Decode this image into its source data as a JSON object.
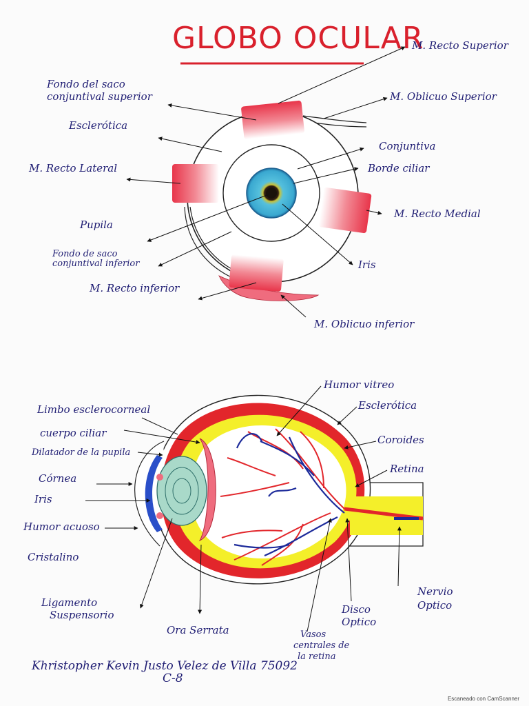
{
  "title": "GLOBO OCULAR",
  "diagram1_labels": {
    "recto_superior": "M. Recto Superior",
    "fondo_superior_1": "Fondo del saco",
    "fondo_superior_2": "conjuntival superior",
    "oblicuo_superior": "M. Oblicuo Superior",
    "esclerotica": "Esclerótica",
    "conjuntiva": "Conjuntiva",
    "borde_ciliar": "Borde ciliar",
    "recto_lateral": "M. Recto Lateral",
    "recto_medial": "M. Recto Medial",
    "pupila": "Pupila",
    "fondo_inferior_1": "Fondo de saco",
    "fondo_inferior_2": "conjuntival inferior",
    "iris": "Iris",
    "recto_inferior": "M. Recto inferior",
    "oblicuo_inferior": "M. Oblicuo inferior"
  },
  "diagram2_labels": {
    "humor_vitreo": "Humor vitreo",
    "limbo": "Limbo esclerocorneal",
    "esclerotica": "Esclerótica",
    "cuerpo_ciliar": "cuerpo ciliar",
    "coroides": "Coroides",
    "dilatador": "Dilatador de la pupila",
    "retina": "Retina",
    "cornea": "Córnea",
    "iris": "Iris",
    "humor_acuoso": "Humor acuoso",
    "cristalino": "Cristalino",
    "nervio_1": "Nervio",
    "nervio_2": "Optico",
    "ligamento_1": "Ligamento",
    "ligamento_2": "Suspensorio",
    "disco_1": "Disco",
    "disco_2": "Optico",
    "ora_serrata": "Ora Serrata",
    "vasos_1": "Vasos",
    "vasos_2": "centrales de",
    "vasos_3": "la retina"
  },
  "signature": {
    "name": "Khristopher Kevin Justo Velez de Villa 75092",
    "section": "C-8"
  },
  "footer": "Escaneado con CamScanner",
  "colors": {
    "ink": "#1f1d73",
    "title_red": "#d9202c",
    "muscle_red": "#e8354a",
    "iris_blue": "#3fb3d6",
    "lens_green": "#a9d9c9",
    "retina_yellow": "#f4ef2a",
    "vessel_red": "#e2262b",
    "vessel_blue": "#1c2a9a"
  }
}
